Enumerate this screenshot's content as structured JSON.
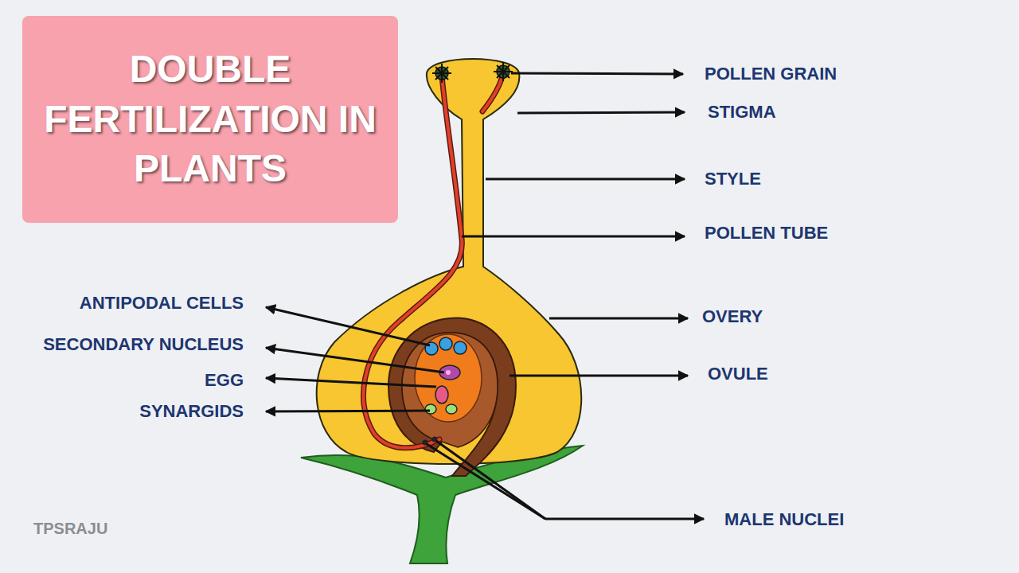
{
  "diagram": {
    "title": "DOUBLE FERTILIZATION IN PLANTS",
    "labels": [
      "POLLEN GRAIN",
      "STIGMA",
      "STYLE",
      "POLLEN TUBE",
      "ANTIPODAL CELLS",
      "OVERY",
      "SECONDARY NUCLEUS",
      "OVULE",
      "EGG",
      "SYNARGIDS",
      "MALE NUCLEI",
      "TPSRAJU"
    ]
  }
}
